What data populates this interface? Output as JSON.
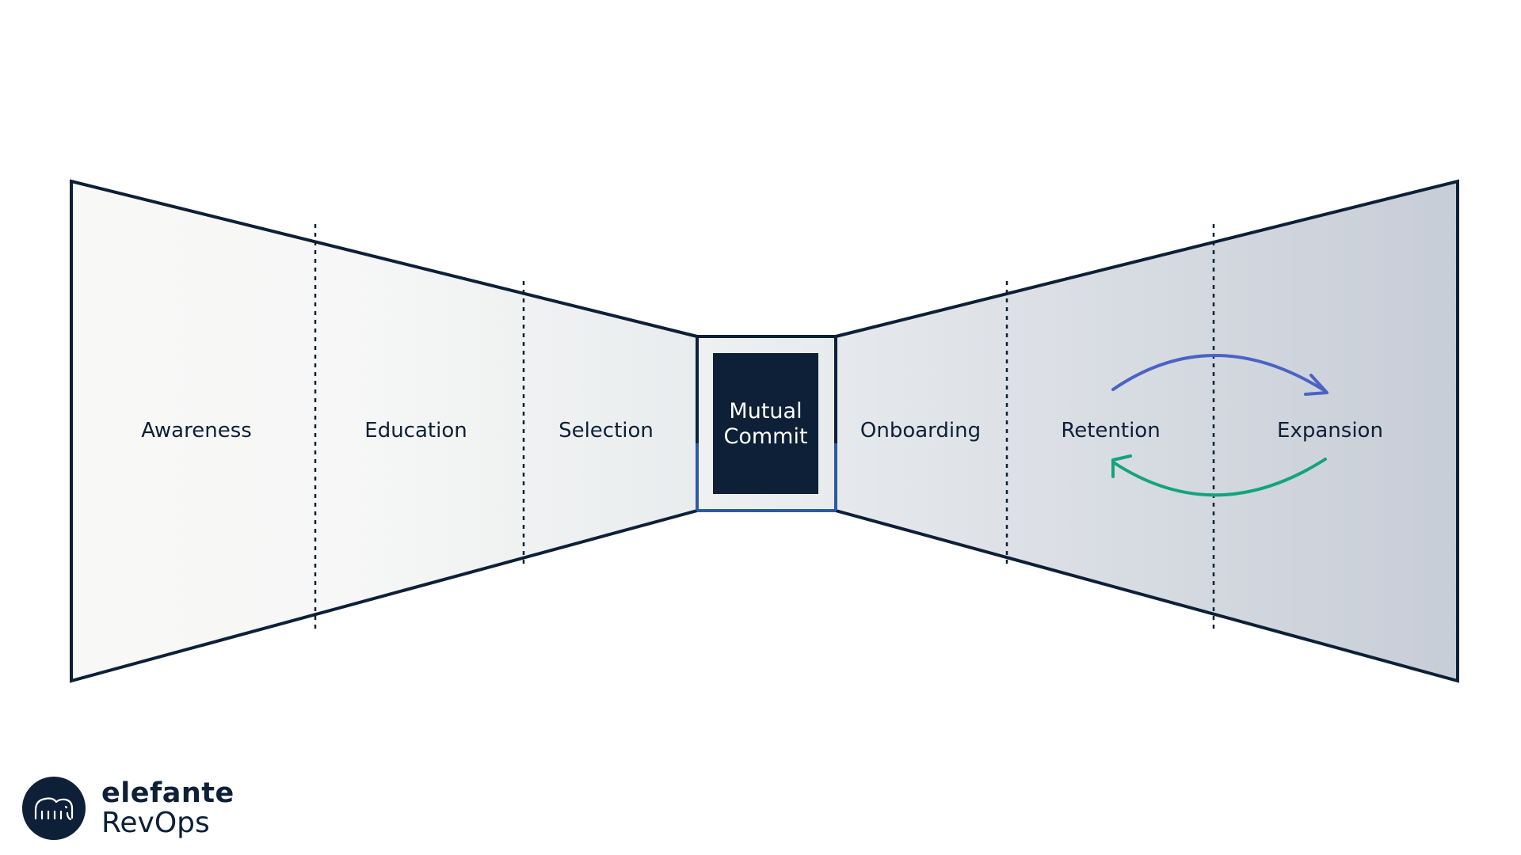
{
  "stages": {
    "awareness": "Awareness",
    "education": "Education",
    "selection": "Selection",
    "center_line1": "Mutual",
    "center_line2": "Commit",
    "onboarding": "Onboarding",
    "retention": "Retention",
    "expansion": "Expansion"
  },
  "arrows": {
    "retention_to_expansion_color": "#4a63c4",
    "expansion_to_retention_color": "#13a37f"
  },
  "colors": {
    "outline": "#0d2037",
    "center_fill": "#0d2037",
    "center_border_accent": "#2c5aa0",
    "left_fill": "#f7f7f6",
    "right_fill": "#c8ced8"
  },
  "logo": {
    "name": "elefante",
    "sub": "RevOps",
    "icon": "elephant-icon"
  }
}
